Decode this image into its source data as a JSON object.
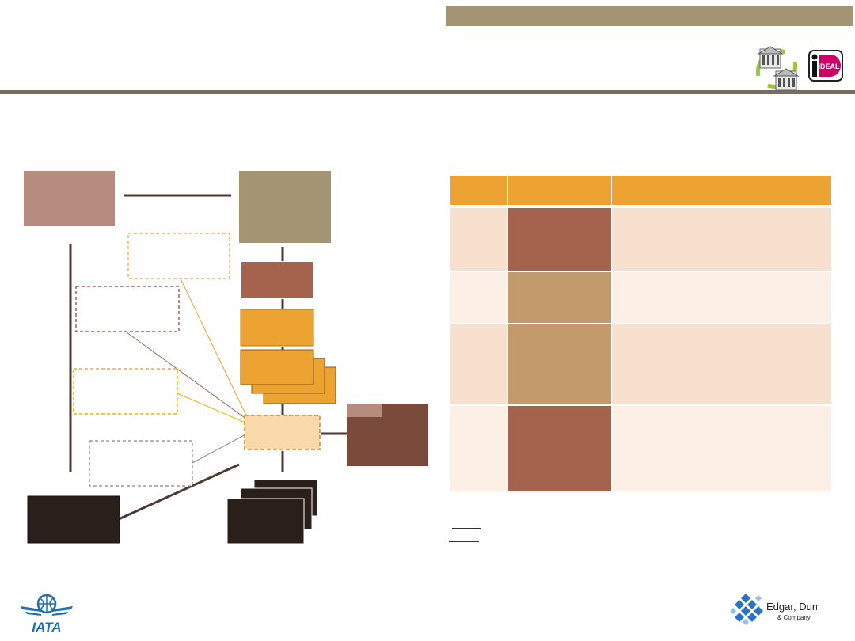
{
  "slide": {
    "title": "",
    "subtitle": ""
  },
  "colors": {
    "header_band": "#a39474",
    "divider": "#7a6b60",
    "rose": "#b68b80",
    "khaki": "#a39474",
    "rust": "#a5634d",
    "orange": "#eda331",
    "peach": "#f8d9a9",
    "tan": "#c29a6c",
    "dark_brown": "#7a4b3a",
    "near_black": "#2a1f1b",
    "row_light": "#fcefe6",
    "row_medium": "#f8e0ce"
  },
  "logos": {
    "bank_transfer": "bank-transfer-icon",
    "ideal": "ideal-logo",
    "ideal_text": "iDEAL",
    "iata_text": "IATA",
    "edgar_dunn_name": "Edgar, Dunn",
    "edgar_dunn_sub": "& Company"
  },
  "diagram": {
    "boxes": [],
    "labels": []
  },
  "table": {
    "headers": [
      "",
      "",
      ""
    ],
    "rows": [
      [
        "",
        "",
        ""
      ],
      [
        "",
        "",
        ""
      ],
      [
        "",
        "",
        ""
      ],
      [
        "",
        "",
        ""
      ]
    ]
  },
  "notes": [
    "",
    ""
  ]
}
